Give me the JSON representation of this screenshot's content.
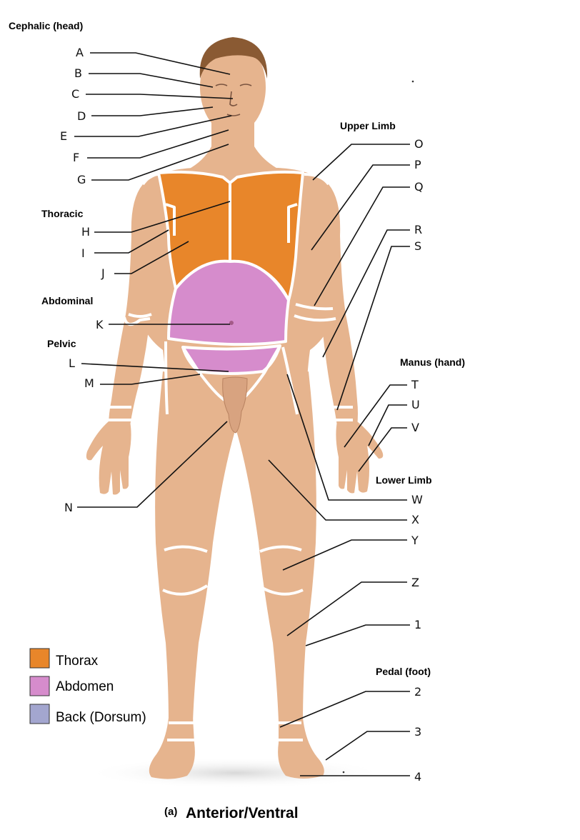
{
  "headers": {
    "cephalic": "Cephalic (head)",
    "upper_limb": "Upper Limb",
    "thoracic": "Thoracic",
    "abdominal": "Abdominal",
    "pelvic": "Pelvic",
    "manus": "Manus (hand)",
    "lower_limb": "Lower Limb",
    "pedal": "Pedal (foot)"
  },
  "labels": {
    "A": "A",
    "B": "B",
    "C": "C",
    "D": "D",
    "E": "E",
    "F": "F",
    "G": "G",
    "H": "H",
    "I": "I",
    "J": "J",
    "K": "K",
    "L": "L",
    "M": "M",
    "N": "N",
    "O": "O",
    "P": "P",
    "Q": "Q",
    "R": "R",
    "S": "S",
    "T": "T",
    "U": "U",
    "V": "V",
    "W": "W",
    "X": "X",
    "Y": "Y",
    "Z": "Z",
    "n1": "1",
    "n2": "2",
    "n3": "3",
    "n4": "4"
  },
  "legend": {
    "thorax": {
      "label": "Thorax",
      "color": "#e8862a"
    },
    "abdomen": {
      "label": "Abdomen",
      "color": "#d68ccc"
    },
    "back": {
      "label": "Back (Dorsum)",
      "color": "#a3a6cf"
    }
  },
  "caption": {
    "marker": "(a)",
    "text": "Anterior/Ventral"
  },
  "colors": {
    "skin": "#e6b48e",
    "skin_shade": "#d9a37c",
    "hair": "#8a5a33",
    "thorax": "#e8862a",
    "abdomen": "#d68ccc"
  }
}
